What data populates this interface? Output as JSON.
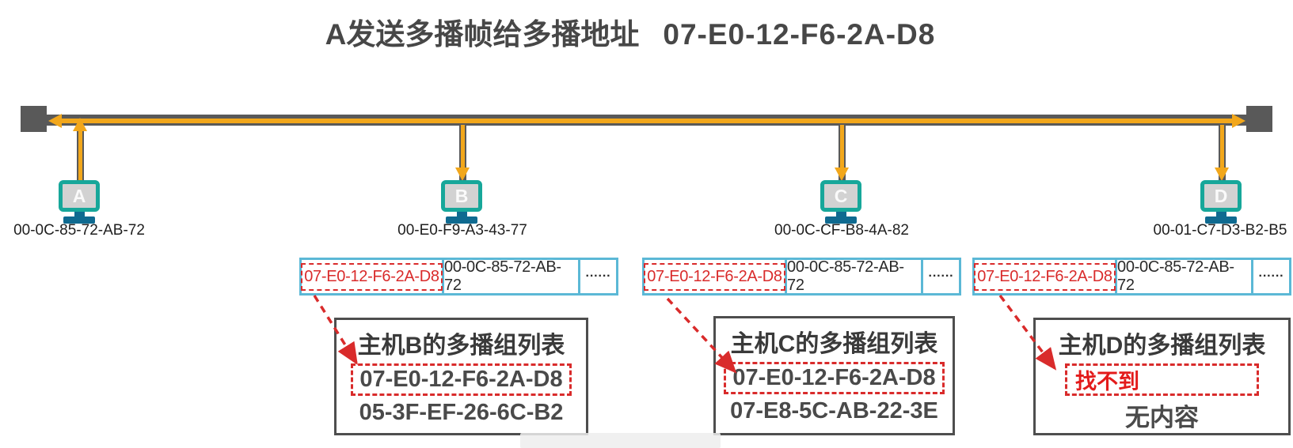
{
  "title": {
    "text": "A发送多播帧给多播地址",
    "mac": "07-E0-12-F6-2A-D8"
  },
  "hosts": [
    {
      "label": "A",
      "mac": "00-0C-85-72-AB-72"
    },
    {
      "label": "B",
      "mac": "00-E0-F9-A3-43-77"
    },
    {
      "label": "C",
      "mac": "00-0C-CF-B8-4A-82"
    },
    {
      "label": "D",
      "mac": "00-01-C7-D3-B2-B5"
    }
  ],
  "frames": [
    {
      "dest": "07-E0-12-F6-2A-D8",
      "src": "00-0C-85-72-AB-72",
      "rest": "······"
    },
    {
      "dest": "07-E0-12-F6-2A-D8",
      "src": "00-0C-85-72-AB-72",
      "rest": "······"
    },
    {
      "dest": "07-E0-12-F6-2A-D8",
      "src": "00-0C-85-72-AB-72",
      "rest": "······"
    }
  ],
  "group_lists": [
    {
      "title": "主机B的多播组列表",
      "matched_entry": "07-E0-12-F6-2A-D8",
      "other_entry": "05-3F-EF-26-6C-B2"
    },
    {
      "title": "主机C的多播组列表",
      "matched_entry": "07-E0-12-F6-2A-D8",
      "other_entry": "07-E8-5C-AB-22-3E"
    },
    {
      "title": "主机D的多播组列表",
      "not_found_label": "找不到",
      "empty_label": "无内容"
    }
  ],
  "colors": {
    "bus_gray": "#595959",
    "arrow_yellow": "#F2A71B",
    "monitor_teal": "#17A79A",
    "stand_blue": "#0F6A90",
    "frame_border_cyan": "#5BB8D6",
    "highlight_red": "#D92B2B",
    "list_border_gray": "#4E4E4E"
  }
}
